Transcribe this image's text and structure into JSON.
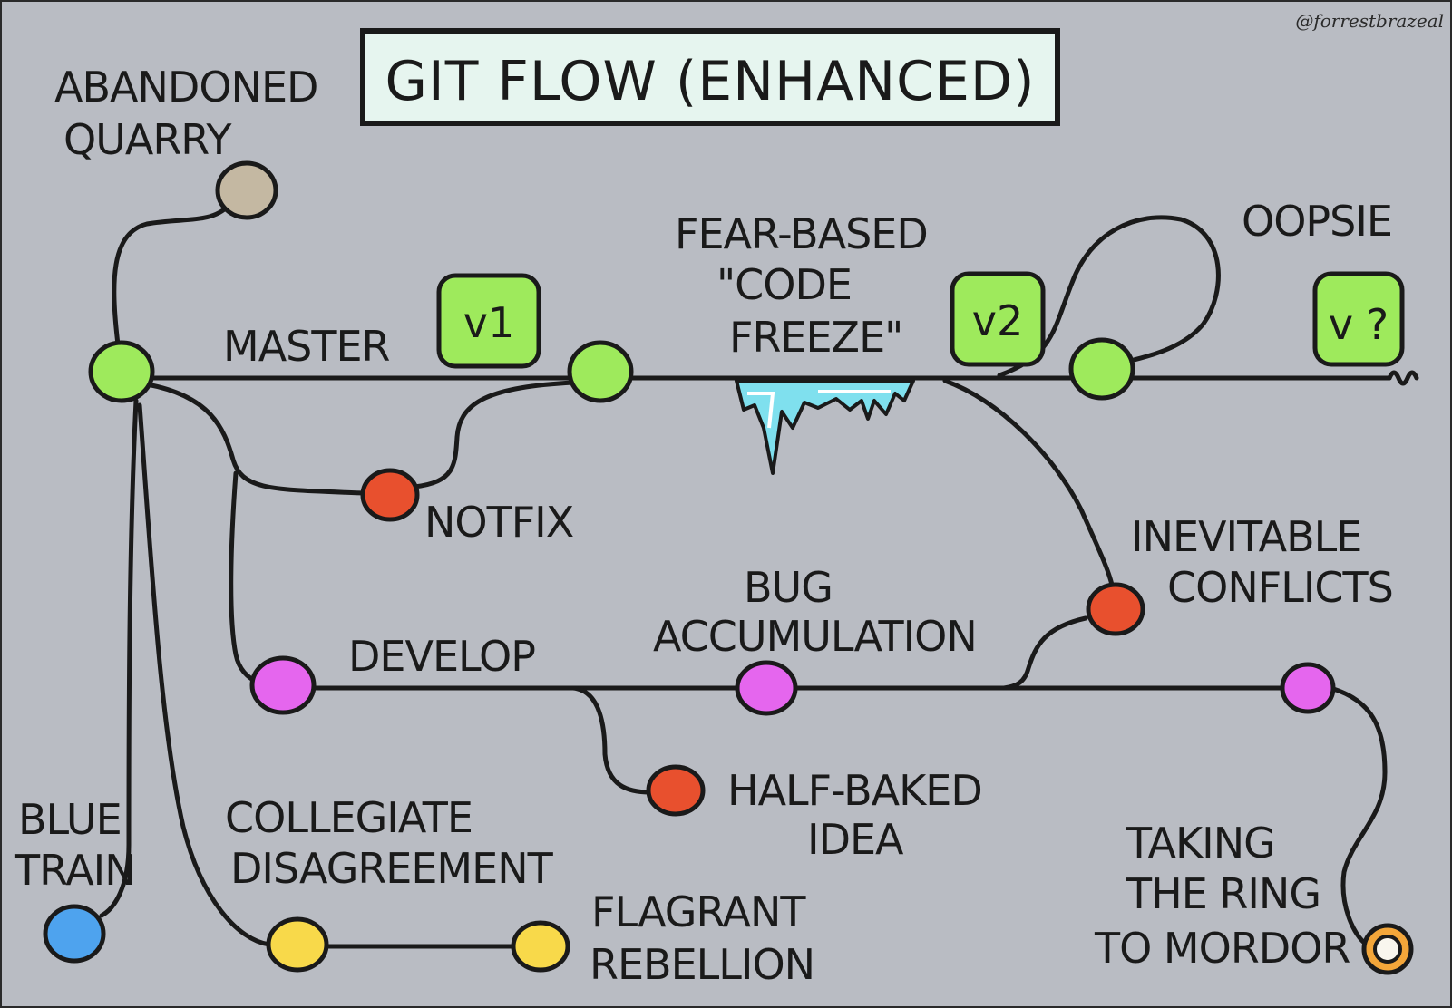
{
  "title": "GIT FLOW (ENHANCED)",
  "credit": "@forrestbrazeal",
  "colors": {
    "background": "#b9bcc3",
    "master_node": "#9eea5c",
    "develop_node": "#e566ee",
    "fix_node": "#e8502e",
    "yellow_node": "#f8d94a",
    "blue_node": "#4ea3ee",
    "quarry_node": "#c4b8a2",
    "tag_fill": "#9eea5c",
    "ice": "#7fe0ee"
  },
  "tags": {
    "v1": "v1",
    "v2": "v2",
    "v3": "v ?"
  },
  "labels": {
    "master": "MASTER",
    "develop": "DEVELOP",
    "abandoned_1": "ABANDONED",
    "abandoned_2": "QUARRY",
    "notfix": "NOTFIX",
    "freeze_1": "FEAR-BASED",
    "freeze_2": "\"CODE",
    "freeze_3": "FREEZE\"",
    "oopsie": "OOPSIE",
    "conflicts_1": "INEVITABLE",
    "conflicts_2": "CONFLICTS",
    "bug_1": "BUG",
    "bug_2": "ACCUMULATION",
    "halfbaked_1": "HALF-BAKED",
    "halfbaked_2": "IDEA",
    "blue_1": "BLUE",
    "blue_2": "TRAIN",
    "collegiate_1": "COLLEGIATE",
    "collegiate_2": "DISAGREEMENT",
    "flagrant_1": "FLAGRANT",
    "flagrant_2": "REBELLION",
    "mordor_1": "TAKING",
    "mordor_2": "THE RING",
    "mordor_3": "TO MORDOR"
  }
}
